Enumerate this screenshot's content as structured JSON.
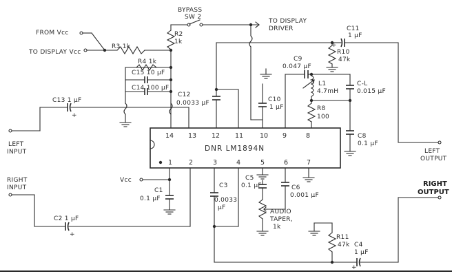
{
  "chip": {
    "label": "DNR   LM1894N"
  },
  "pins_top": [
    "14",
    "13",
    "12",
    "11",
    "10",
    "9",
    "8"
  ],
  "pins_bottom": [
    "1",
    "2",
    "3",
    "4",
    "5",
    "6",
    "7"
  ],
  "labels": {
    "from_vcc": "FROM Vcc",
    "to_display_vcc": "TO DISPLAY Vcc",
    "bypass": "BYPASS",
    "sw2": "SW 2",
    "to_display_driver_1": "TO DISPLAY",
    "to_display_driver_2": "DRIVER",
    "r3": "R3  1k",
    "r2": "R2",
    "r2_val": "1k",
    "r4": "R4  1k",
    "c15": "C15 10 μF",
    "c14": "C14 100 μF",
    "c12": "C12",
    "c12_val": "0.0033 μF",
    "c13": "C13  1 μF",
    "c10": "C10",
    "c10_val": "1 μF",
    "c9": "C9",
    "c9_val": "0.047 μF",
    "l1": "L1",
    "l1_val": "4.7mH",
    "cl": "C-L",
    "cl_val": "0.015 μF",
    "r8": "R8",
    "r8_val": "100",
    "c8": "C8",
    "c8_val": "0.1 μF",
    "c11": "C11",
    "c11_val": "1 μF",
    "r10": "R10",
    "r10_val": "47k",
    "left_input_1": "LEFT",
    "left_input_2": "INPUT",
    "left_output_1": "LEFT",
    "left_output_2": "OUTPUT",
    "right_input_1": "RIGHT",
    "right_input_2": "INPUT",
    "right_output_1": "RIGHT",
    "right_output_2": "OUTPUT",
    "vcc": "Vcc",
    "c1": "C1",
    "c1_val": "0.1 μF",
    "c2": "C2  1 μF",
    "c3": "C3",
    "c3_val1": "0.0033",
    "c3_val2": "μF",
    "c5": "C5",
    "c5_val": "0.1 μF",
    "c6": "C6",
    "c6_val": "0.001 μF",
    "pot_1": "AUDIO",
    "pot_2": "TAPER,",
    "pot_3": "1k",
    "r11": "R11",
    "r11_val": "47k",
    "c4": "C4",
    "c4_val": "1 μF",
    "plus": "+"
  }
}
